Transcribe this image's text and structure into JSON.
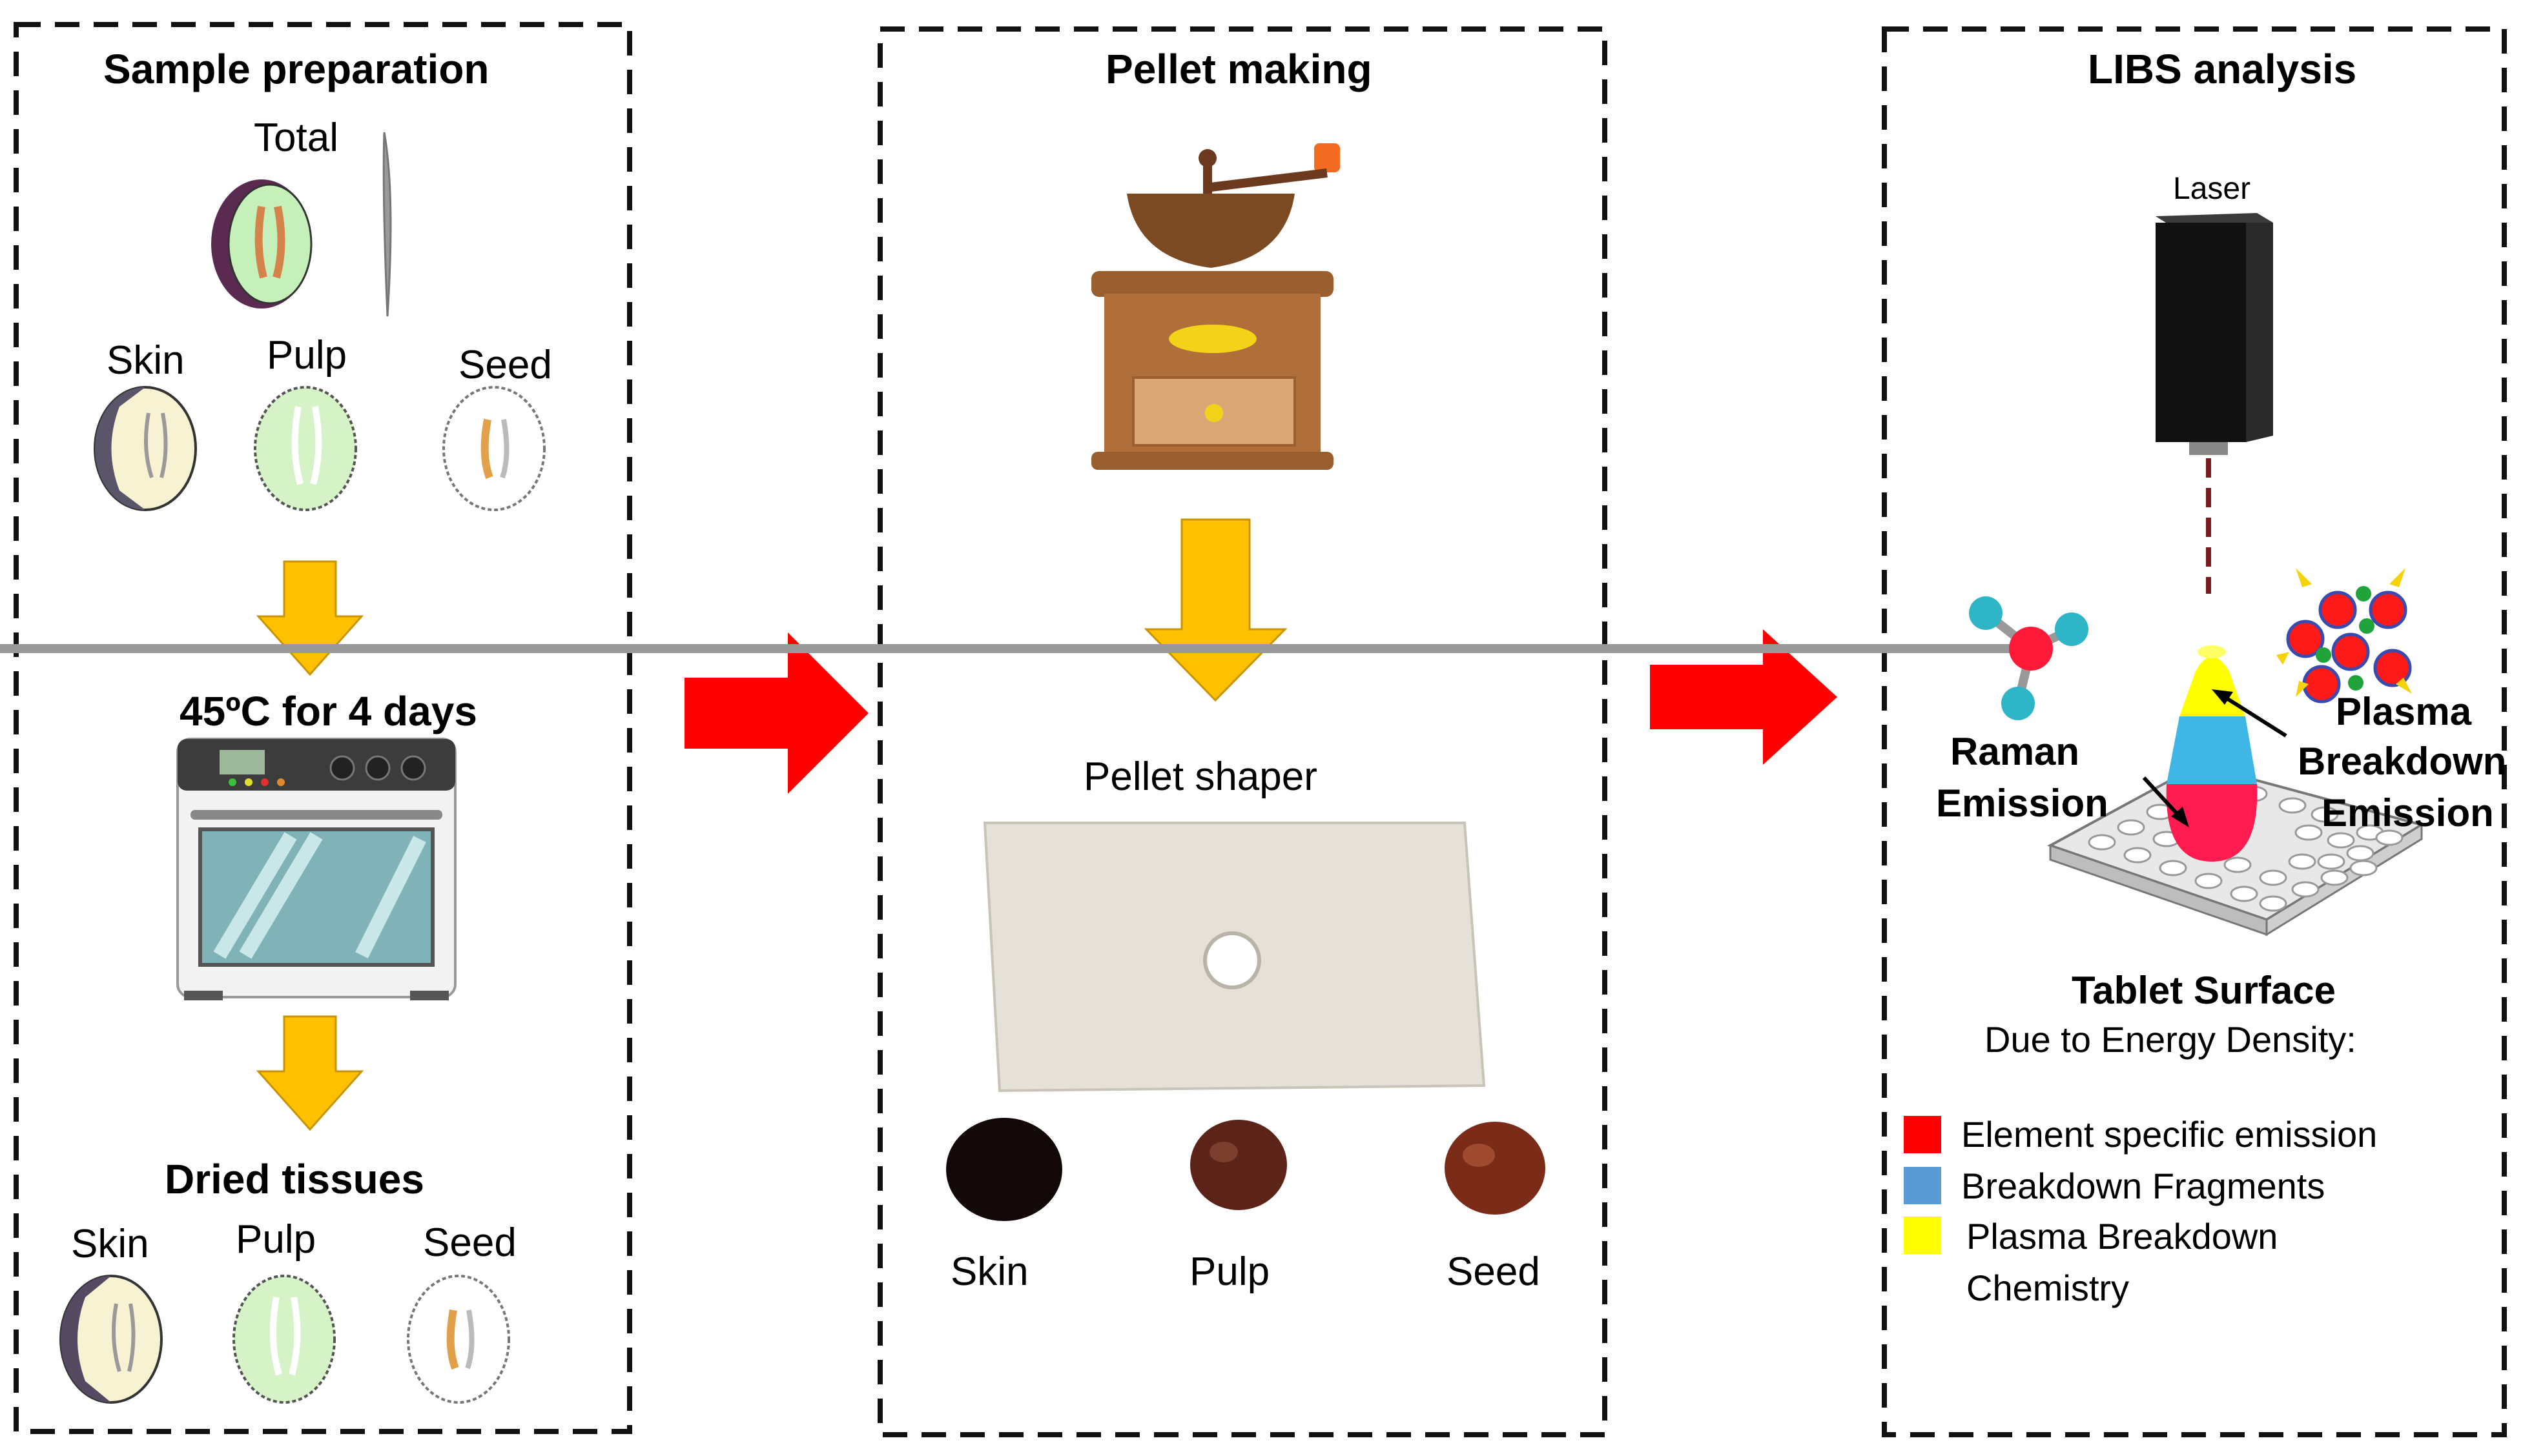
{
  "panels": [
    {
      "title": "Sample preparation",
      "total_label": "Total",
      "tissues": [
        "Skin",
        "Pulp",
        "Seed"
      ],
      "drying_label": "45ºC for 4 days",
      "dried_label": "Dried tissues",
      "dried_tissues": [
        "Skin",
        "Pulp",
        "Seed"
      ]
    },
    {
      "title": "Pellet making",
      "shaper_label": "Pellet shaper",
      "pellets": [
        "Skin",
        "Pulp",
        "Seed"
      ]
    },
    {
      "title": "LIBS analysis",
      "laser_label": "Laser",
      "raman_label_1": "Raman",
      "raman_label_2": "Emission",
      "plasma_label_1": "Plasma",
      "plasma_label_2": "Breakdown",
      "plasma_label_3": "Emission",
      "surface_label": "Tablet Surface",
      "energy_label": "Due to Energy Density:",
      "legend": [
        {
          "label": "Element specific emission",
          "color": "#ff0000"
        },
        {
          "label": "Breakdown Fragments",
          "color": "#5b9bd5"
        },
        {
          "label": "Plasma Breakdown",
          "label_2": "Chemistry",
          "color": "#ffff00"
        }
      ]
    }
  ],
  "colors": {
    "arrow_down": "#ffc000",
    "arrow_right": "#ff0000",
    "cone_top": "#ffff00",
    "cone_mid": "#3fb6e6",
    "cone_bottom": "#ff1a4f"
  }
}
